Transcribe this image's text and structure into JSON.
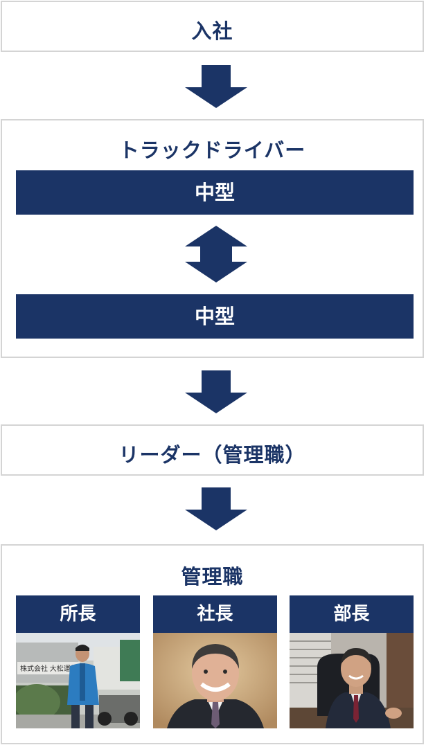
{
  "steps": {
    "entry": {
      "title": "入社"
    },
    "driver": {
      "title": "トラックドライバー",
      "upper_bar": "中型",
      "lower_bar": "中型"
    },
    "leader": {
      "title": "リーダー（管理職）"
    },
    "management": {
      "title": "管理職",
      "positions": [
        {
          "label": "所長",
          "photo": "site-manager-photo"
        },
        {
          "label": "社長",
          "photo": "president-photo"
        },
        {
          "label": "部長",
          "photo": "department-head-photo"
        }
      ]
    }
  },
  "colors": {
    "navy": "#1b3466",
    "border": "#d4d4d4",
    "background": "#ffffff"
  },
  "photo_sign_text": "株式会社 大松運輸"
}
